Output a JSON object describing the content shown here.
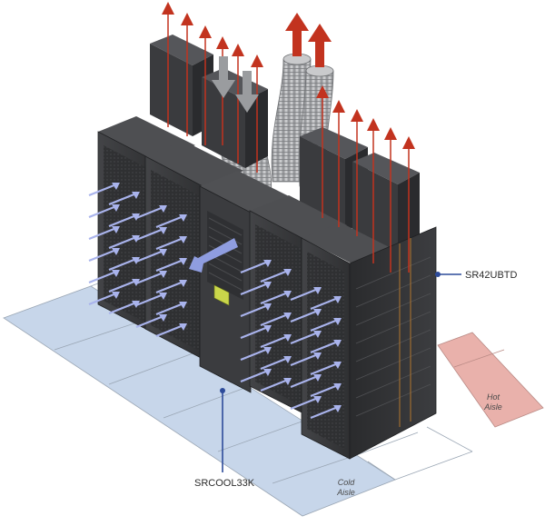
{
  "diagram": {
    "labels": {
      "rack_model": "SR42UBTD",
      "cooler_model": "SRCOOL33K"
    },
    "aisles": {
      "hot": [
        "Hot",
        "Aisle"
      ],
      "cold": [
        "Cold",
        "Aisle"
      ]
    },
    "colors": {
      "hot_aisle": "#e9b1ab",
      "cold_aisle": "#c7d6ea",
      "rack_body": "#3a3b3d",
      "rack_side": "#2a2b2d",
      "rack_top": "#4e4f52",
      "hot_arrow": "#c2331f",
      "cold_arrow": "#a9b3ec",
      "leader": "#2d4b9a",
      "duct": "#a9abad"
    },
    "icons": [
      "hot-exhaust-arrow-icon",
      "cold-intake-arrow-icon",
      "cooler-outflow-arrow-icon",
      "duct-intake-arrow-icon",
      "leader-dot-icon"
    ]
  }
}
